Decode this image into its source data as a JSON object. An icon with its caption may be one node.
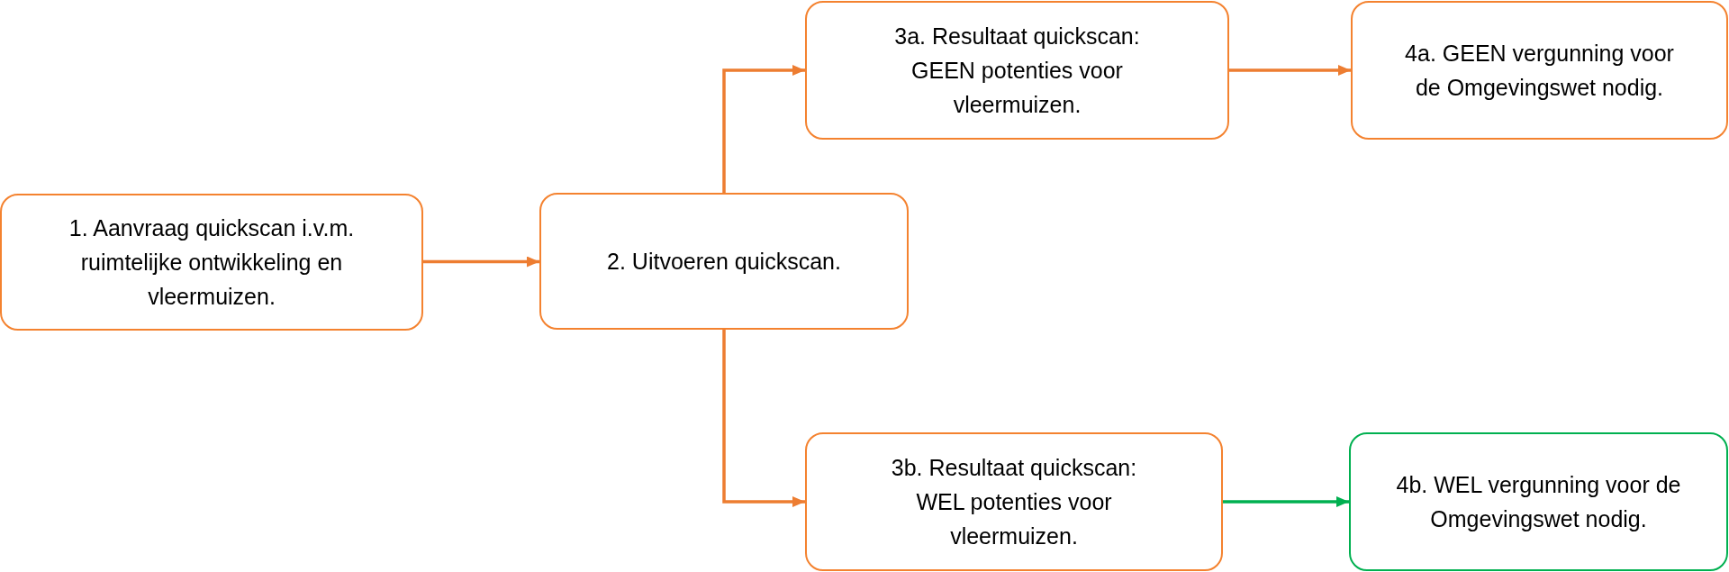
{
  "diagram": {
    "nodes": [
      {
        "text": [
          "1. Aanvraag quickscan i.v.m. ruimtelijke ontwikkeling en vleermuizen."
        ]
      },
      {
        "text": [
          "2. Uitvoeren quickscan."
        ]
      },
      {
        "text": [
          "3a. Resultaat quickscan: GEEN potenties voor vleermuizen."
        ]
      },
      {
        "text": [
          "4a. GEEN vergunning voor de Omgevingswet nodig."
        ]
      },
      {
        "text": [
          "3b. Resultaat quickscan: WEL potenties voor vleermuizen."
        ]
      },
      {
        "text": [
          "4b. WEL vergunning voor de Omgevingswet nodig."
        ]
      }
    ],
    "edges": [
      {
        "from": 0,
        "to": 1,
        "arrow": "to"
      },
      {
        "from": 1,
        "to": 2,
        "arrow": "to"
      },
      {
        "from": 1,
        "to": 4,
        "arrow": "to"
      },
      {
        "from": 2,
        "to": 3,
        "arrow": "to"
      },
      {
        "from": 4,
        "to": 5,
        "arrow": "to",
        "color": "#00b050"
      }
    ]
  }
}
